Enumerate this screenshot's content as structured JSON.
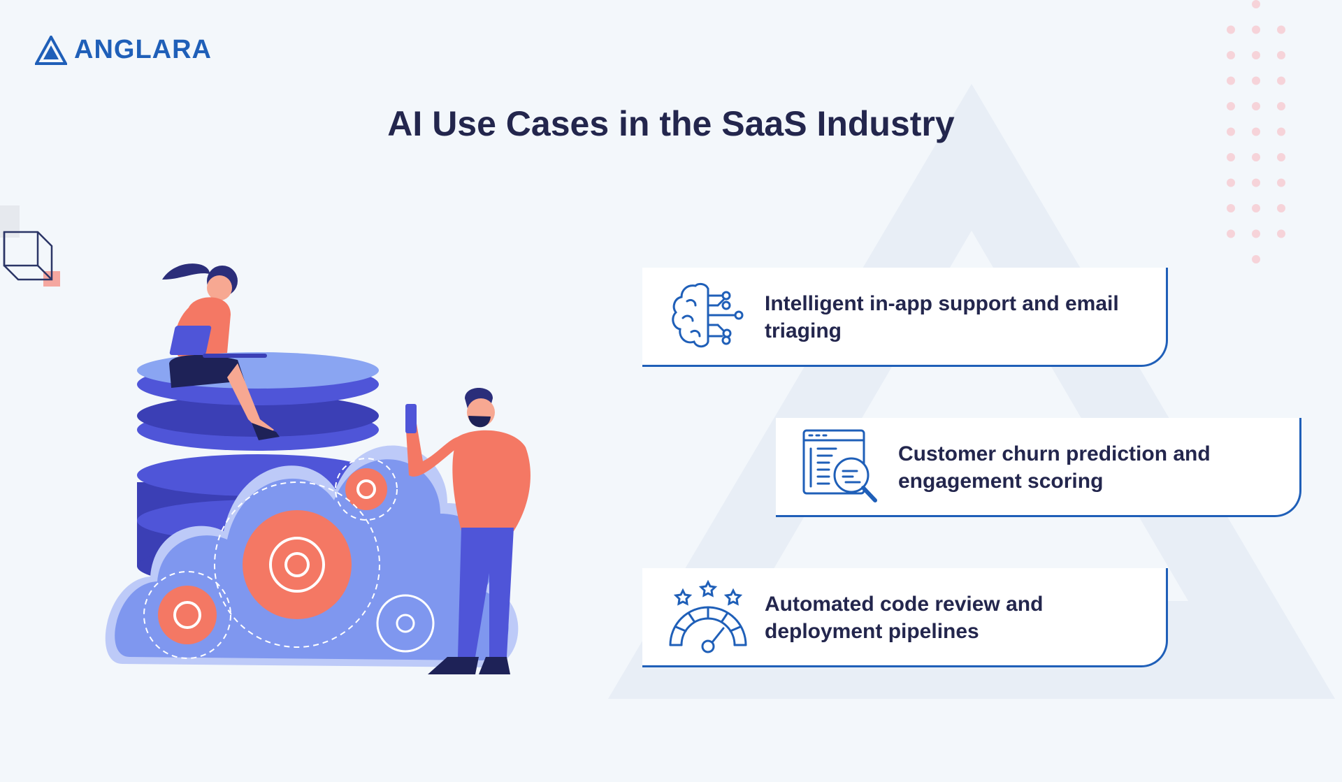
{
  "brand": {
    "name": "ANGLARA",
    "logo_icon": "anglara-triangle-icon",
    "brand_color": "#1f5fb8"
  },
  "header": {
    "title": "AI Use Cases in the SaaS Industry"
  },
  "use_cases": [
    {
      "text": "Intelligent in-app support and email triaging",
      "icon": "brain-circuit-icon"
    },
    {
      "text": "Customer churn prediction and engagement scoring",
      "icon": "document-search-icon"
    },
    {
      "text": "Automated code review and deployment pipelines",
      "icon": "performance-gauge-icon"
    }
  ],
  "colors": {
    "background": "#f3f7fb",
    "title_text": "#23264d",
    "accent_coral": "#f47864",
    "accent_indigo": "#4f55d8",
    "dot_pink": "#f6d3d9"
  }
}
